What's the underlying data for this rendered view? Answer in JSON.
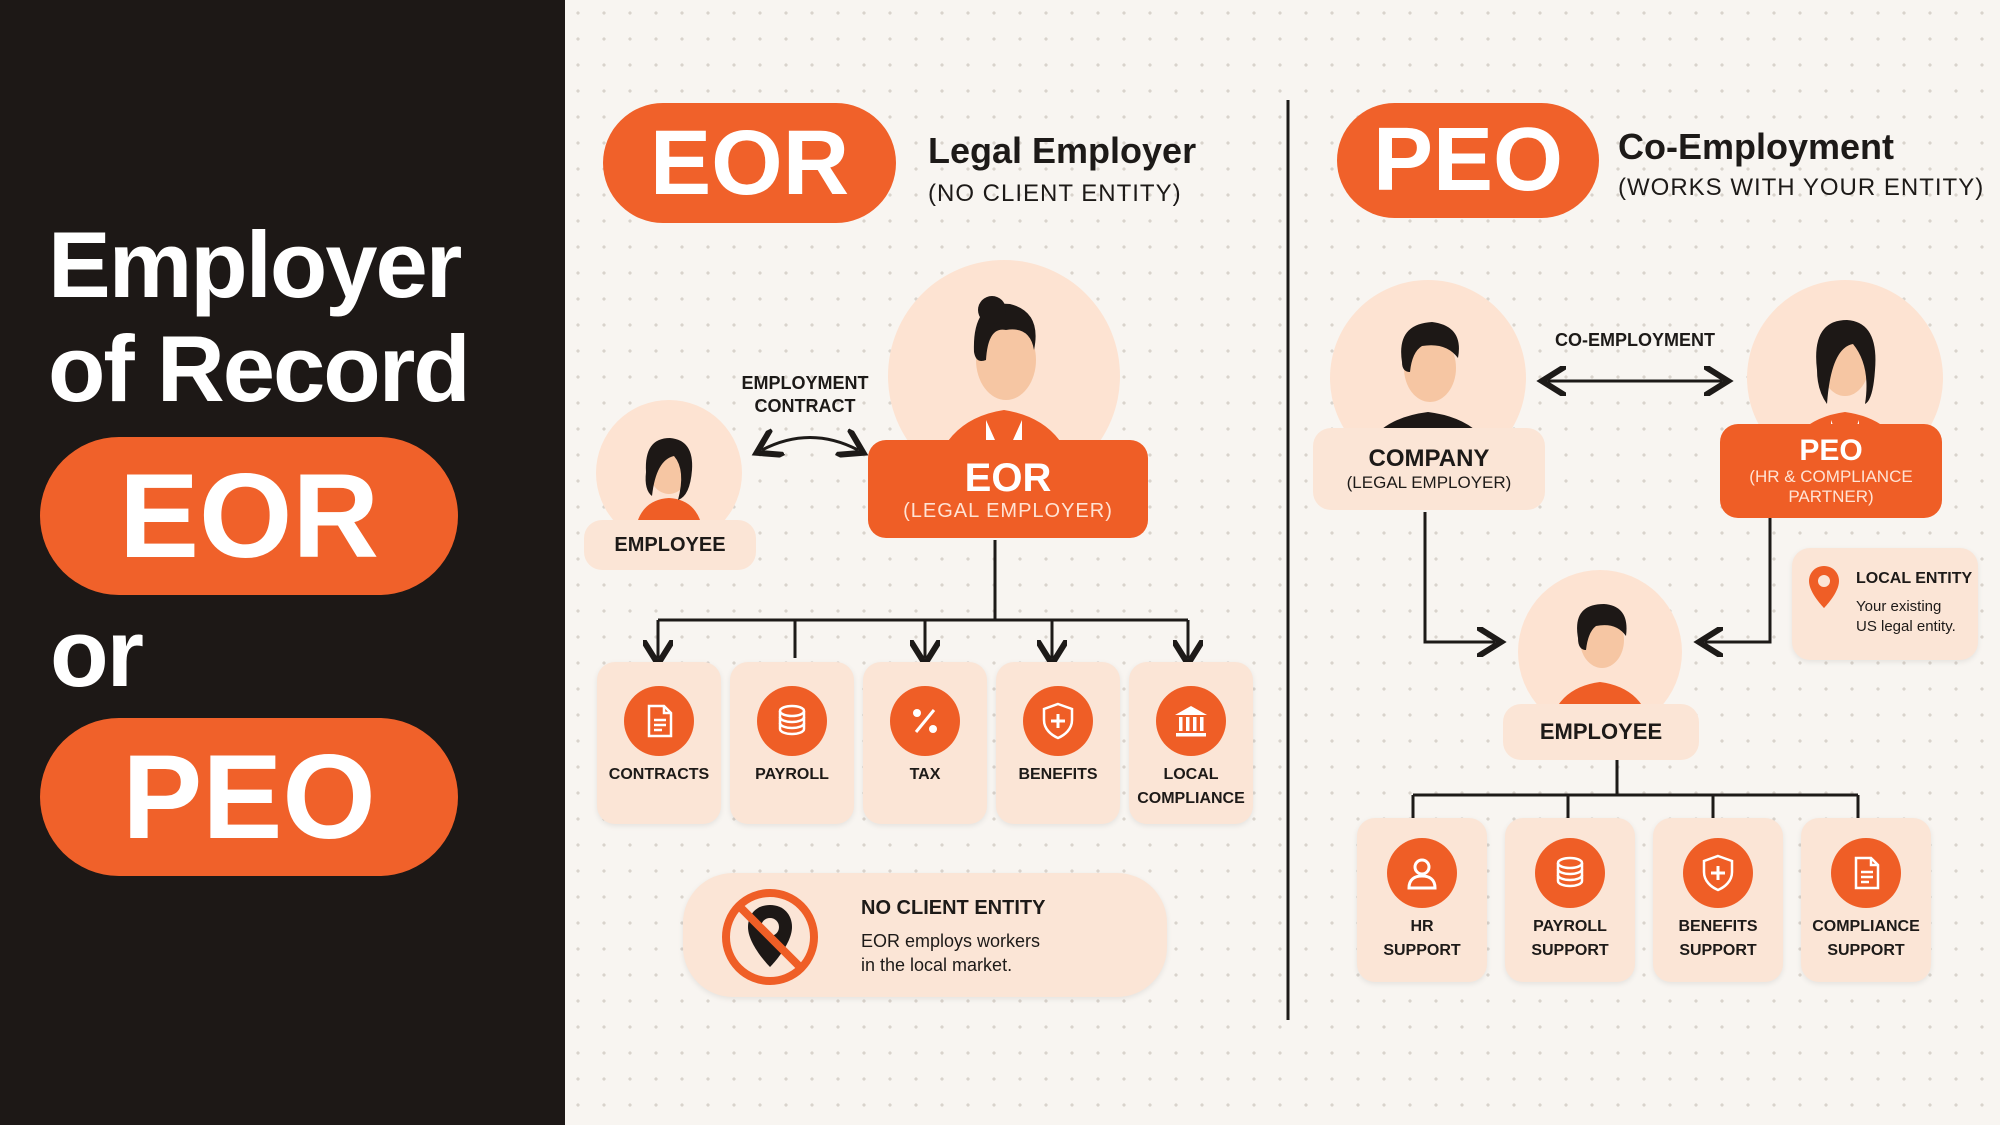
{
  "left_title": {
    "line1": "Employer",
    "line2": "of Record",
    "pill1": "EOR",
    "or": "or",
    "pill2": "PEO"
  },
  "eor": {
    "badge": "EOR",
    "heading": "Legal Employer",
    "subheading": "(NO CLIENT ENTITY)",
    "employee_label": "EMPLOYEE",
    "contract_label_1": "EMPLOYMENT",
    "contract_label_2": "CONTRACT",
    "node_title": "EOR",
    "node_sub": "(LEGAL EMPLOYER)",
    "services": [
      {
        "icon": "document-icon",
        "label1": "CONTRACTS",
        "label2": ""
      },
      {
        "icon": "coins-icon",
        "label1": "PAYROLL",
        "label2": ""
      },
      {
        "icon": "percent-icon",
        "label1": "TAX",
        "label2": ""
      },
      {
        "icon": "shield-plus-icon",
        "label1": "BENEFITS",
        "label2": ""
      },
      {
        "icon": "bank-icon",
        "label1": "LOCAL",
        "label2": "COMPLIANCE"
      }
    ],
    "note_title": "NO CLIENT ENTITY",
    "note_line1": "EOR employs workers",
    "note_line2": "in the local market."
  },
  "peo": {
    "badge": "PEO",
    "heading": "Co-Employment",
    "subheading": "(WORKS WITH YOUR ENTITY)",
    "co_label": "CO-EMPLOYMENT",
    "company_title": "COMPANY",
    "company_sub": "(LEGAL EMPLOYER)",
    "peo_title": "PEO",
    "peo_sub1": "(HR & COMPLIANCE",
    "peo_sub2": "PARTNER)",
    "local_title": "LOCAL ENTITY",
    "local_line1": "Your existing",
    "local_line2": "US legal entity.",
    "employee_label": "EMPLOYEE",
    "services": [
      {
        "icon": "person-icon",
        "label1": "HR",
        "label2": "SUPPORT"
      },
      {
        "icon": "coins-icon",
        "label1": "PAYROLL",
        "label2": "SUPPORT"
      },
      {
        "icon": "shield-plus-icon",
        "label1": "BENEFITS",
        "label2": "SUPPORT"
      },
      {
        "icon": "document-icon",
        "label1": "COMPLIANCE",
        "label2": "SUPPORT"
      }
    ]
  },
  "colors": {
    "accent": "#f0612a",
    "dark": "#1d1816",
    "cream": "#fbe5d6"
  }
}
